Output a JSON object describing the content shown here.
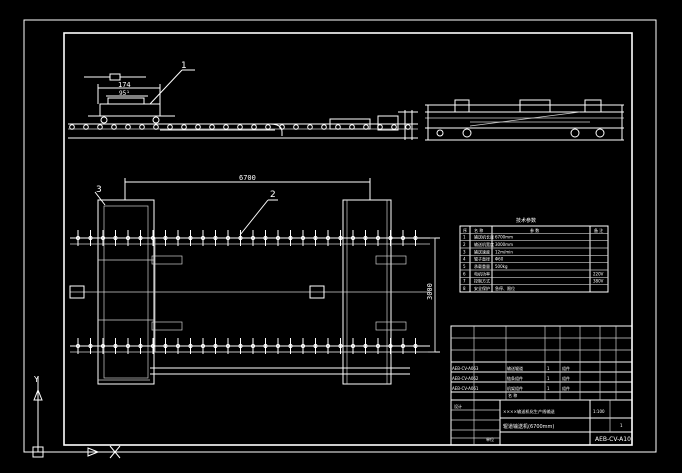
{
  "drawing": {
    "callouts": [
      "1",
      "2",
      "3"
    ],
    "dimensions": {
      "top_small": "174",
      "top_sub": "95¹",
      "plan_width": "6700",
      "plan_height": "3000"
    },
    "param_table": {
      "title": "技术参数",
      "header": [
        "序",
        "名 称",
        "参 数",
        "备 注"
      ],
      "rows": [
        [
          "1",
          "输送机长度",
          "6700mm",
          ""
        ],
        [
          "2",
          "输送机宽度",
          "3000mm",
          ""
        ],
        [
          "3",
          "输送速度",
          "12m/min",
          ""
        ],
        [
          "4",
          "辊子直径",
          "Φ60",
          ""
        ],
        [
          "5",
          "承载重量",
          "500kg",
          ""
        ],
        [
          "6",
          "电机功率",
          "",
          "220V"
        ],
        [
          "7",
          "控制方式",
          "",
          "380V"
        ],
        [
          "8",
          "安全保护",
          "急停、限位",
          ""
        ]
      ]
    },
    "title_block": {
      "rows": [
        [
          "AEB-CV-A063",
          "输送辊道",
          "1",
          "组件"
        ],
        [
          "AEB-CV-A062",
          "链条组件",
          "1",
          "组件"
        ],
        [
          "AEB-CV-A061",
          "机架组件",
          "1",
          "组件"
        ]
      ],
      "header_label": "名 称",
      "project": "××××输送机化生产线输送",
      "drawing_name": "辊道输送机(6700mm)",
      "scale": "1:100",
      "sheet": "1",
      "drawing_no": "AEB-CV-A10",
      "designer_label": "设计",
      "unit_label": "单位"
    },
    "ucs": {
      "x": "X",
      "y": "Y"
    }
  }
}
